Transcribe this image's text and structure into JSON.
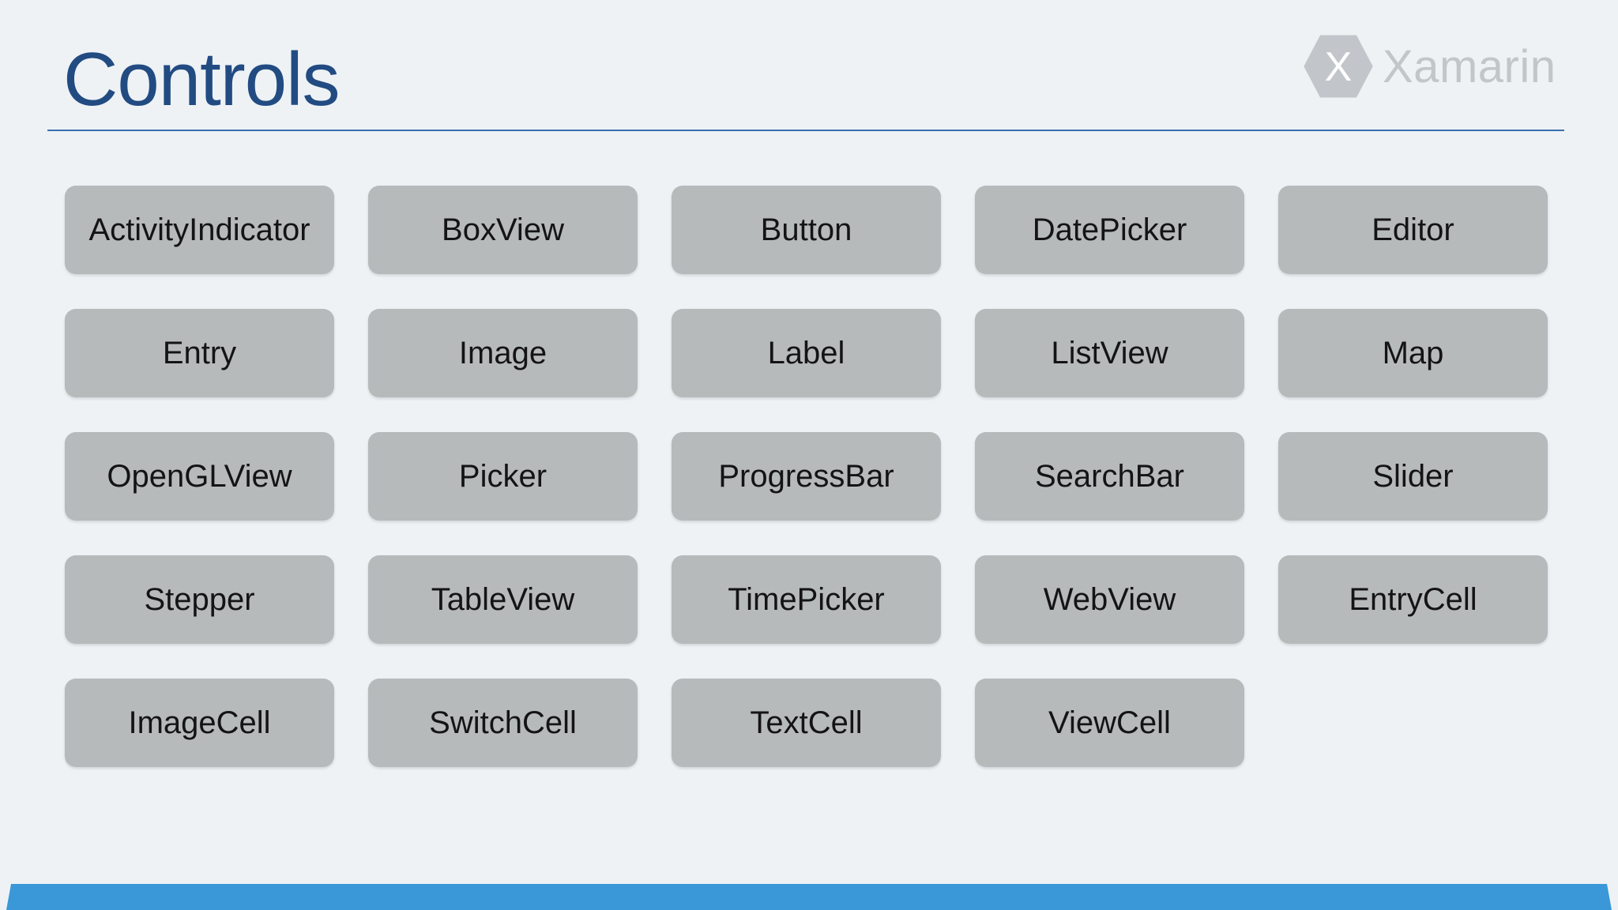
{
  "slide": {
    "title": "Controls",
    "logo_text": "Xamarin",
    "logo_glyph": "X",
    "accent_color": "#224b82",
    "footer_color": "#3a97d8",
    "button_color": "#b6babb"
  },
  "controls": [
    "ActivityIndicator",
    "BoxView",
    "Button",
    "DatePicker",
    "Editor",
    "Entry",
    "Image",
    "Label",
    "ListView",
    "Map",
    "OpenGLView",
    "Picker",
    "ProgressBar",
    "SearchBar",
    "Slider",
    "Stepper",
    "TableView",
    "TimePicker",
    "WebView",
    "EntryCell",
    "ImageCell",
    "SwitchCell",
    "TextCell",
    "ViewCell"
  ]
}
